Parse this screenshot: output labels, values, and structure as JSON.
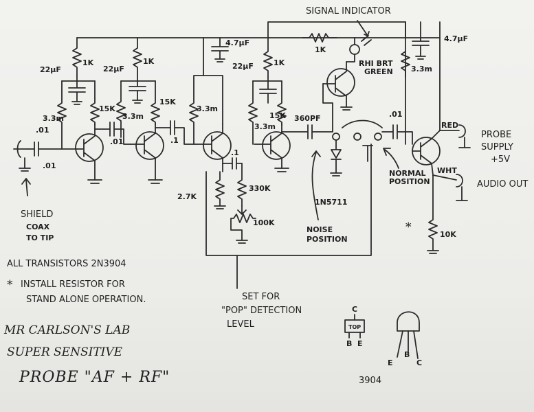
{
  "labels": {
    "signal_indicator": "SIGNAL INDICATOR",
    "r_1k_a": "1K",
    "r_1k_b": "1K",
    "r_1k_c": "1K",
    "r_1k_led": "1K",
    "c_22uf_a": "22µF",
    "c_22uf_b": "22µF",
    "c_22uf_c": "22µF",
    "c_4_7uf_a": "4.7µF",
    "c_4_7uf_b": "4.7µF",
    "r_15k_a": "15K",
    "r_15k_b": "15K",
    "r_15k_c": "15K",
    "r_3_3m_a": "3.3m",
    "r_3_3m_b": "3.3m",
    "r_3_3m_c": "3.3m",
    "r_3_3m_d": "3.3m",
    "r_3_3m_e": "3.3m",
    "c_01_in": ".01",
    "c_01_in2": ".01",
    "c_01_a": ".01",
    "c_01_b": ".1",
    "c_01_c": ".1",
    "c_01_out": ".01",
    "c_360pf": "360PF",
    "r_2_7k": "2.7K",
    "r_330k": "330K",
    "r_100k": "100K",
    "r_10k": "10K",
    "led_desc_1": "RHI BRT",
    "led_desc_2": "GREEN",
    "diode": "1N5711",
    "red": "RED",
    "wht": "WHT",
    "probe_supply_1": "PROBE",
    "probe_supply_2": "SUPPLY",
    "probe_supply_3": "+5V",
    "audio_out": "AUDIO OUT",
    "normal_1": "NORMAL",
    "normal_2": "POSITION",
    "noise_1": "NOISE",
    "noise_2": "POSITION",
    "shield_1": "SHIELD",
    "shield_2": "COAX",
    "shield_3": "TO TIP",
    "set_for_1": "SET FOR",
    "set_for_2": "\"POP\" DETECTION",
    "set_for_3": "LEVEL",
    "star": "*",
    "pin_c": "C",
    "pin_top": "TOP",
    "pin_b": "B",
    "pin_e": "E",
    "pin_e2": "E",
    "pin_b2": "B",
    "pin_c2": "C",
    "part_number": "3904"
  },
  "notes": {
    "all_transistors": "ALL TRANSISTORS 2N3904",
    "install_1": "INSTALL RESISTOR FOR",
    "install_2": "STAND ALONE OPERATION.",
    "title_1": "MR CARLSON'S LAB",
    "title_2": "SUPER SENSITIVE",
    "title_3": "PROBE \"AF + RF\""
  }
}
